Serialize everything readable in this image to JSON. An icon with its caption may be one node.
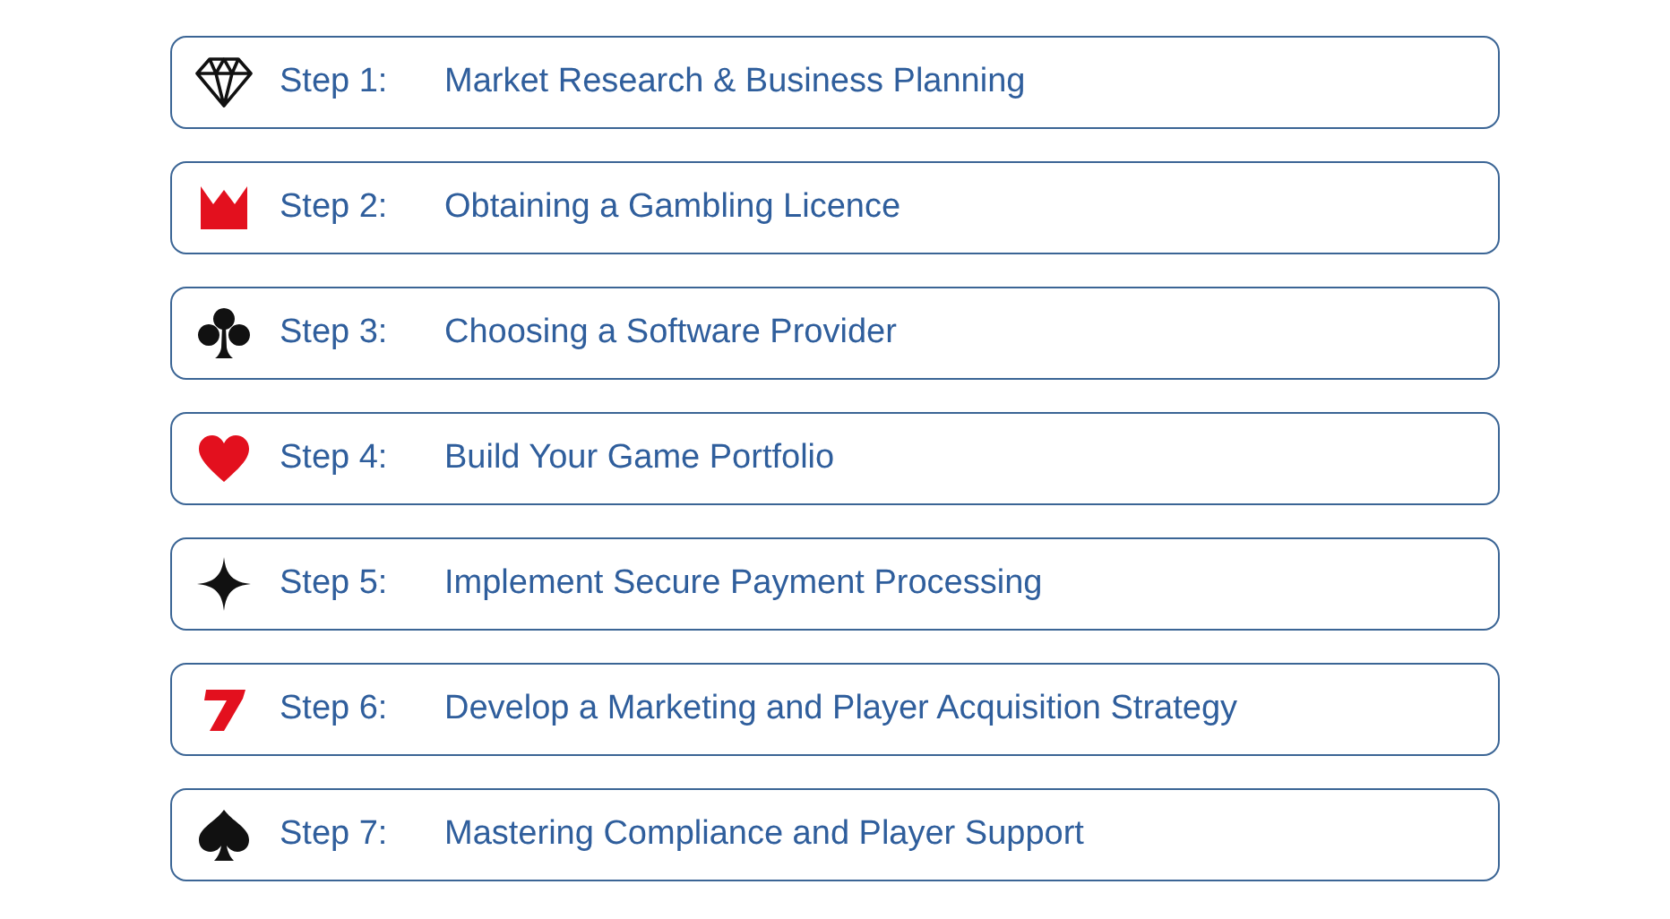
{
  "diagram": {
    "nodes": [
      {
        "text": [
          "Step 1:",
          "Market Research & Business Planning"
        ]
      },
      {
        "text": [
          "Step 2:",
          "Obtaining a Gambling Licence"
        ]
      },
      {
        "text": [
          "Step 3:",
          "Choosing a Software Provider"
        ]
      },
      {
        "text": [
          "Step 4:",
          "Build Your Game Portfolio"
        ]
      },
      {
        "text": [
          "Step 5:",
          "Implement Secure Payment Processing"
        ]
      },
      {
        "text": [
          "Step 6:",
          "Develop a Marketing and Player Acquisition Strategy"
        ]
      },
      {
        "text": [
          "Step 7:",
          "Mastering Compliance and Player Support"
        ]
      }
    ]
  }
}
